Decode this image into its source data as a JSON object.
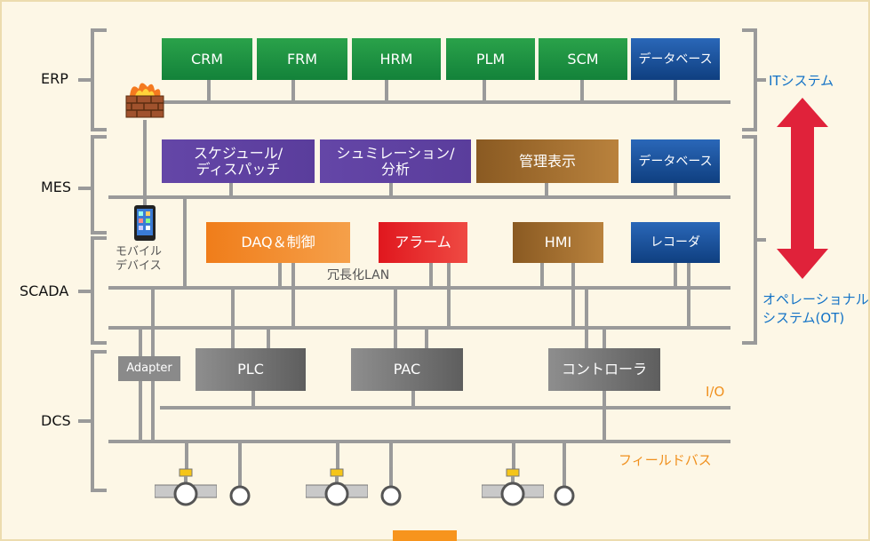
{
  "layers": {
    "erp": "ERP",
    "mes": "MES",
    "scada": "SCADA",
    "dcs": "DCS"
  },
  "erp_boxes": [
    "CRM",
    "FRM",
    "HRM",
    "PLM",
    "SCM",
    "データベース"
  ],
  "mes_boxes": [
    "スケジュール/\nディスパッチ",
    "シュミレーション/\n分析",
    "管理表示",
    "データベース"
  ],
  "scada_boxes": [
    "DAQ＆制御",
    "アラーム",
    "HMI",
    "レコーダ"
  ],
  "dcs_boxes": [
    "Adapter",
    "PLC",
    "PAC",
    "コントローラ"
  ],
  "labels": {
    "mobile": "モバイル\nデバイス",
    "lan": "冗長化LAN",
    "io": "I/O",
    "fieldbus": "フィールドバス",
    "it_system": "ITシステム",
    "ot_system": "オペレーショナル\nシステム(OT)"
  },
  "colors": {
    "accent_blue": "#1272c6",
    "accent_orange": "#f0901e",
    "arrow_red": "#e0223a"
  },
  "icons": [
    "firewall-icon",
    "tablet-icon",
    "valve-icon",
    "gauge-icon"
  ]
}
